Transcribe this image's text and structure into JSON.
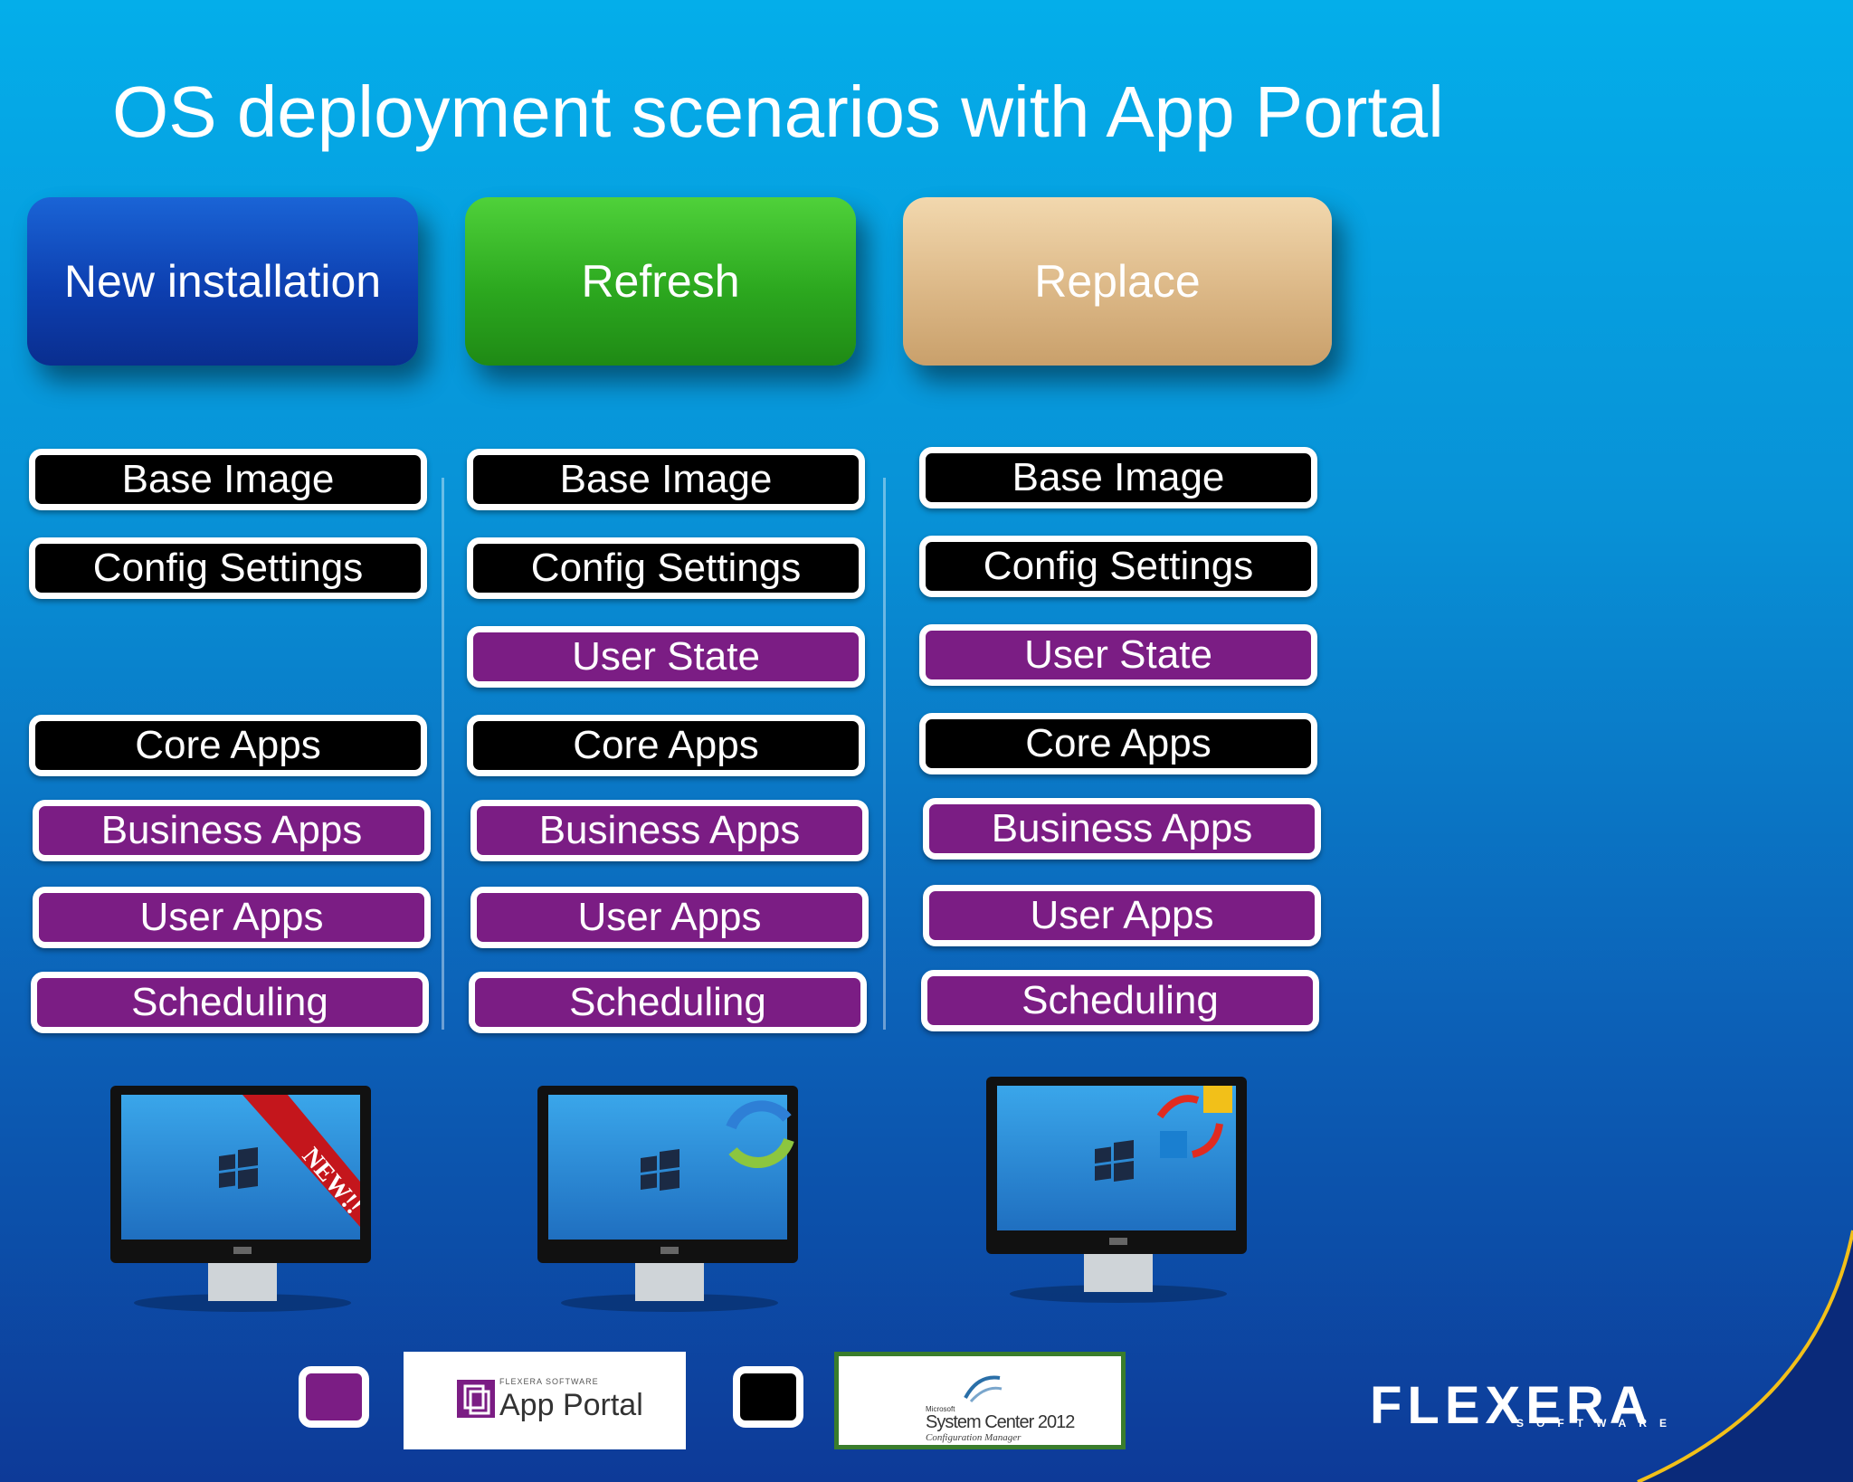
{
  "slide": {
    "title": "OS deployment scenarios with App Portal",
    "columns": [
      {
        "header": "New installation",
        "color": "#0d3fb0",
        "layers": [
          {
            "label": "Base Image",
            "kind": "black"
          },
          {
            "label": "Config Settings",
            "kind": "black"
          },
          {
            "label": "Core Apps",
            "kind": "black"
          },
          {
            "label": "Business Apps",
            "kind": "purple"
          },
          {
            "label": "User Apps",
            "kind": "purple"
          },
          {
            "label": "Scheduling",
            "kind": "purple"
          }
        ],
        "monitor_badge": "NEW!!"
      },
      {
        "header": "Refresh",
        "color": "#2ca81f",
        "layers": [
          {
            "label": "Base Image",
            "kind": "black"
          },
          {
            "label": "Config Settings",
            "kind": "black"
          },
          {
            "label": "User State",
            "kind": "purple"
          },
          {
            "label": "Core Apps",
            "kind": "black"
          },
          {
            "label": "Business Apps",
            "kind": "purple"
          },
          {
            "label": "User Apps",
            "kind": "purple"
          },
          {
            "label": "Scheduling",
            "kind": "purple"
          }
        ],
        "monitor_badge": "refresh-arrows-icon"
      },
      {
        "header": "Replace",
        "color": "#dcb887",
        "layers": [
          {
            "label": "Base Image",
            "kind": "black"
          },
          {
            "label": "Config Settings",
            "kind": "black"
          },
          {
            "label": "User State",
            "kind": "purple"
          },
          {
            "label": "Core Apps",
            "kind": "black"
          },
          {
            "label": "Business Apps",
            "kind": "purple"
          },
          {
            "label": "User Apps",
            "kind": "purple"
          },
          {
            "label": "Scheduling",
            "kind": "purple"
          }
        ],
        "monitor_badge": "swap-arrows-icon"
      }
    ],
    "legend": [
      {
        "color": "#7b1d84",
        "logo_brand": "FLEXERA SOFTWARE",
        "logo_text": "App Portal"
      },
      {
        "color": "#000000",
        "logo_brand": "Microsoft",
        "logo_text": "System Center 2012",
        "logo_sub": "Configuration Manager"
      }
    ],
    "footer_logo": {
      "name": "FLEXERA",
      "sub": "SOFTWARE"
    },
    "colors": {
      "black_layer": "#000000",
      "purple_layer": "#7b1d84",
      "background": "#0891d6"
    }
  }
}
